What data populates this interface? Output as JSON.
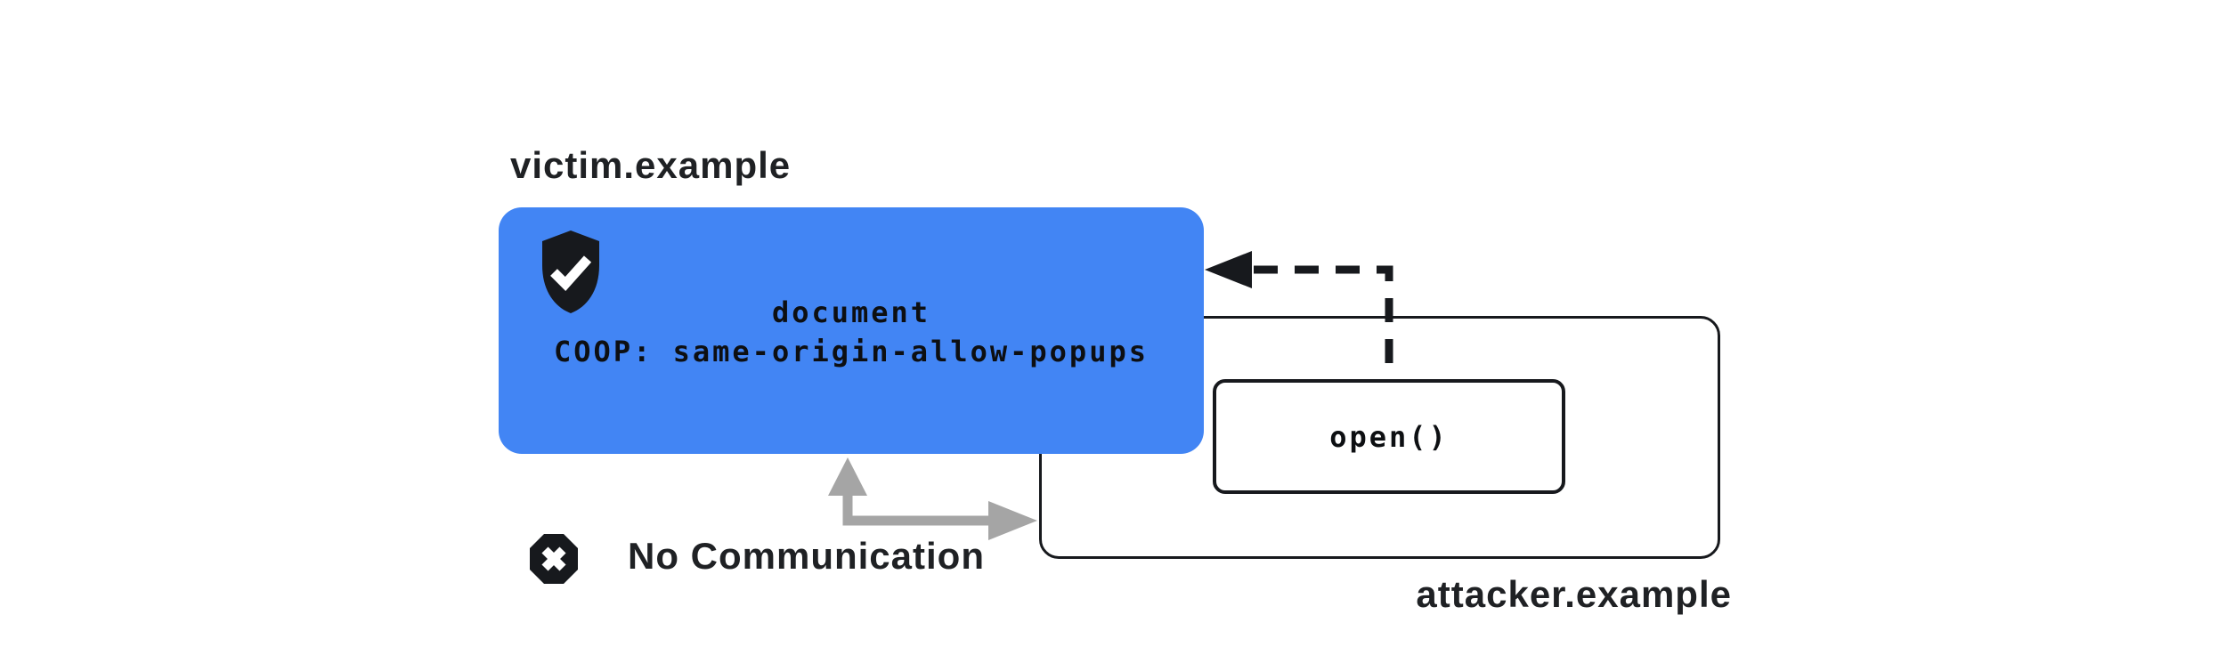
{
  "diagram": {
    "title_context": "COOP same-origin-allow-popups diagram",
    "victim": {
      "label": "victim.example",
      "document_line1": "document",
      "document_line2": "COOP: same-origin-allow-popups",
      "badge_icon": "shield-check-icon"
    },
    "attacker": {
      "label": "attacker.example",
      "open_call_label": "open()"
    },
    "relations": {
      "no_communication_label": "No Communication",
      "no_communication_icon": "x-octagon-icon",
      "opener_reference_arrow": "dashed-black-arrow-left",
      "blocked_channel_arrow": "gray-elbow-arrow"
    },
    "colors": {
      "victim_fill": "#4285F4",
      "ink": "#17191d",
      "text_dark": "#1f2124",
      "gray_arrow": "#a5a5a5",
      "background": "#ffffff"
    }
  }
}
